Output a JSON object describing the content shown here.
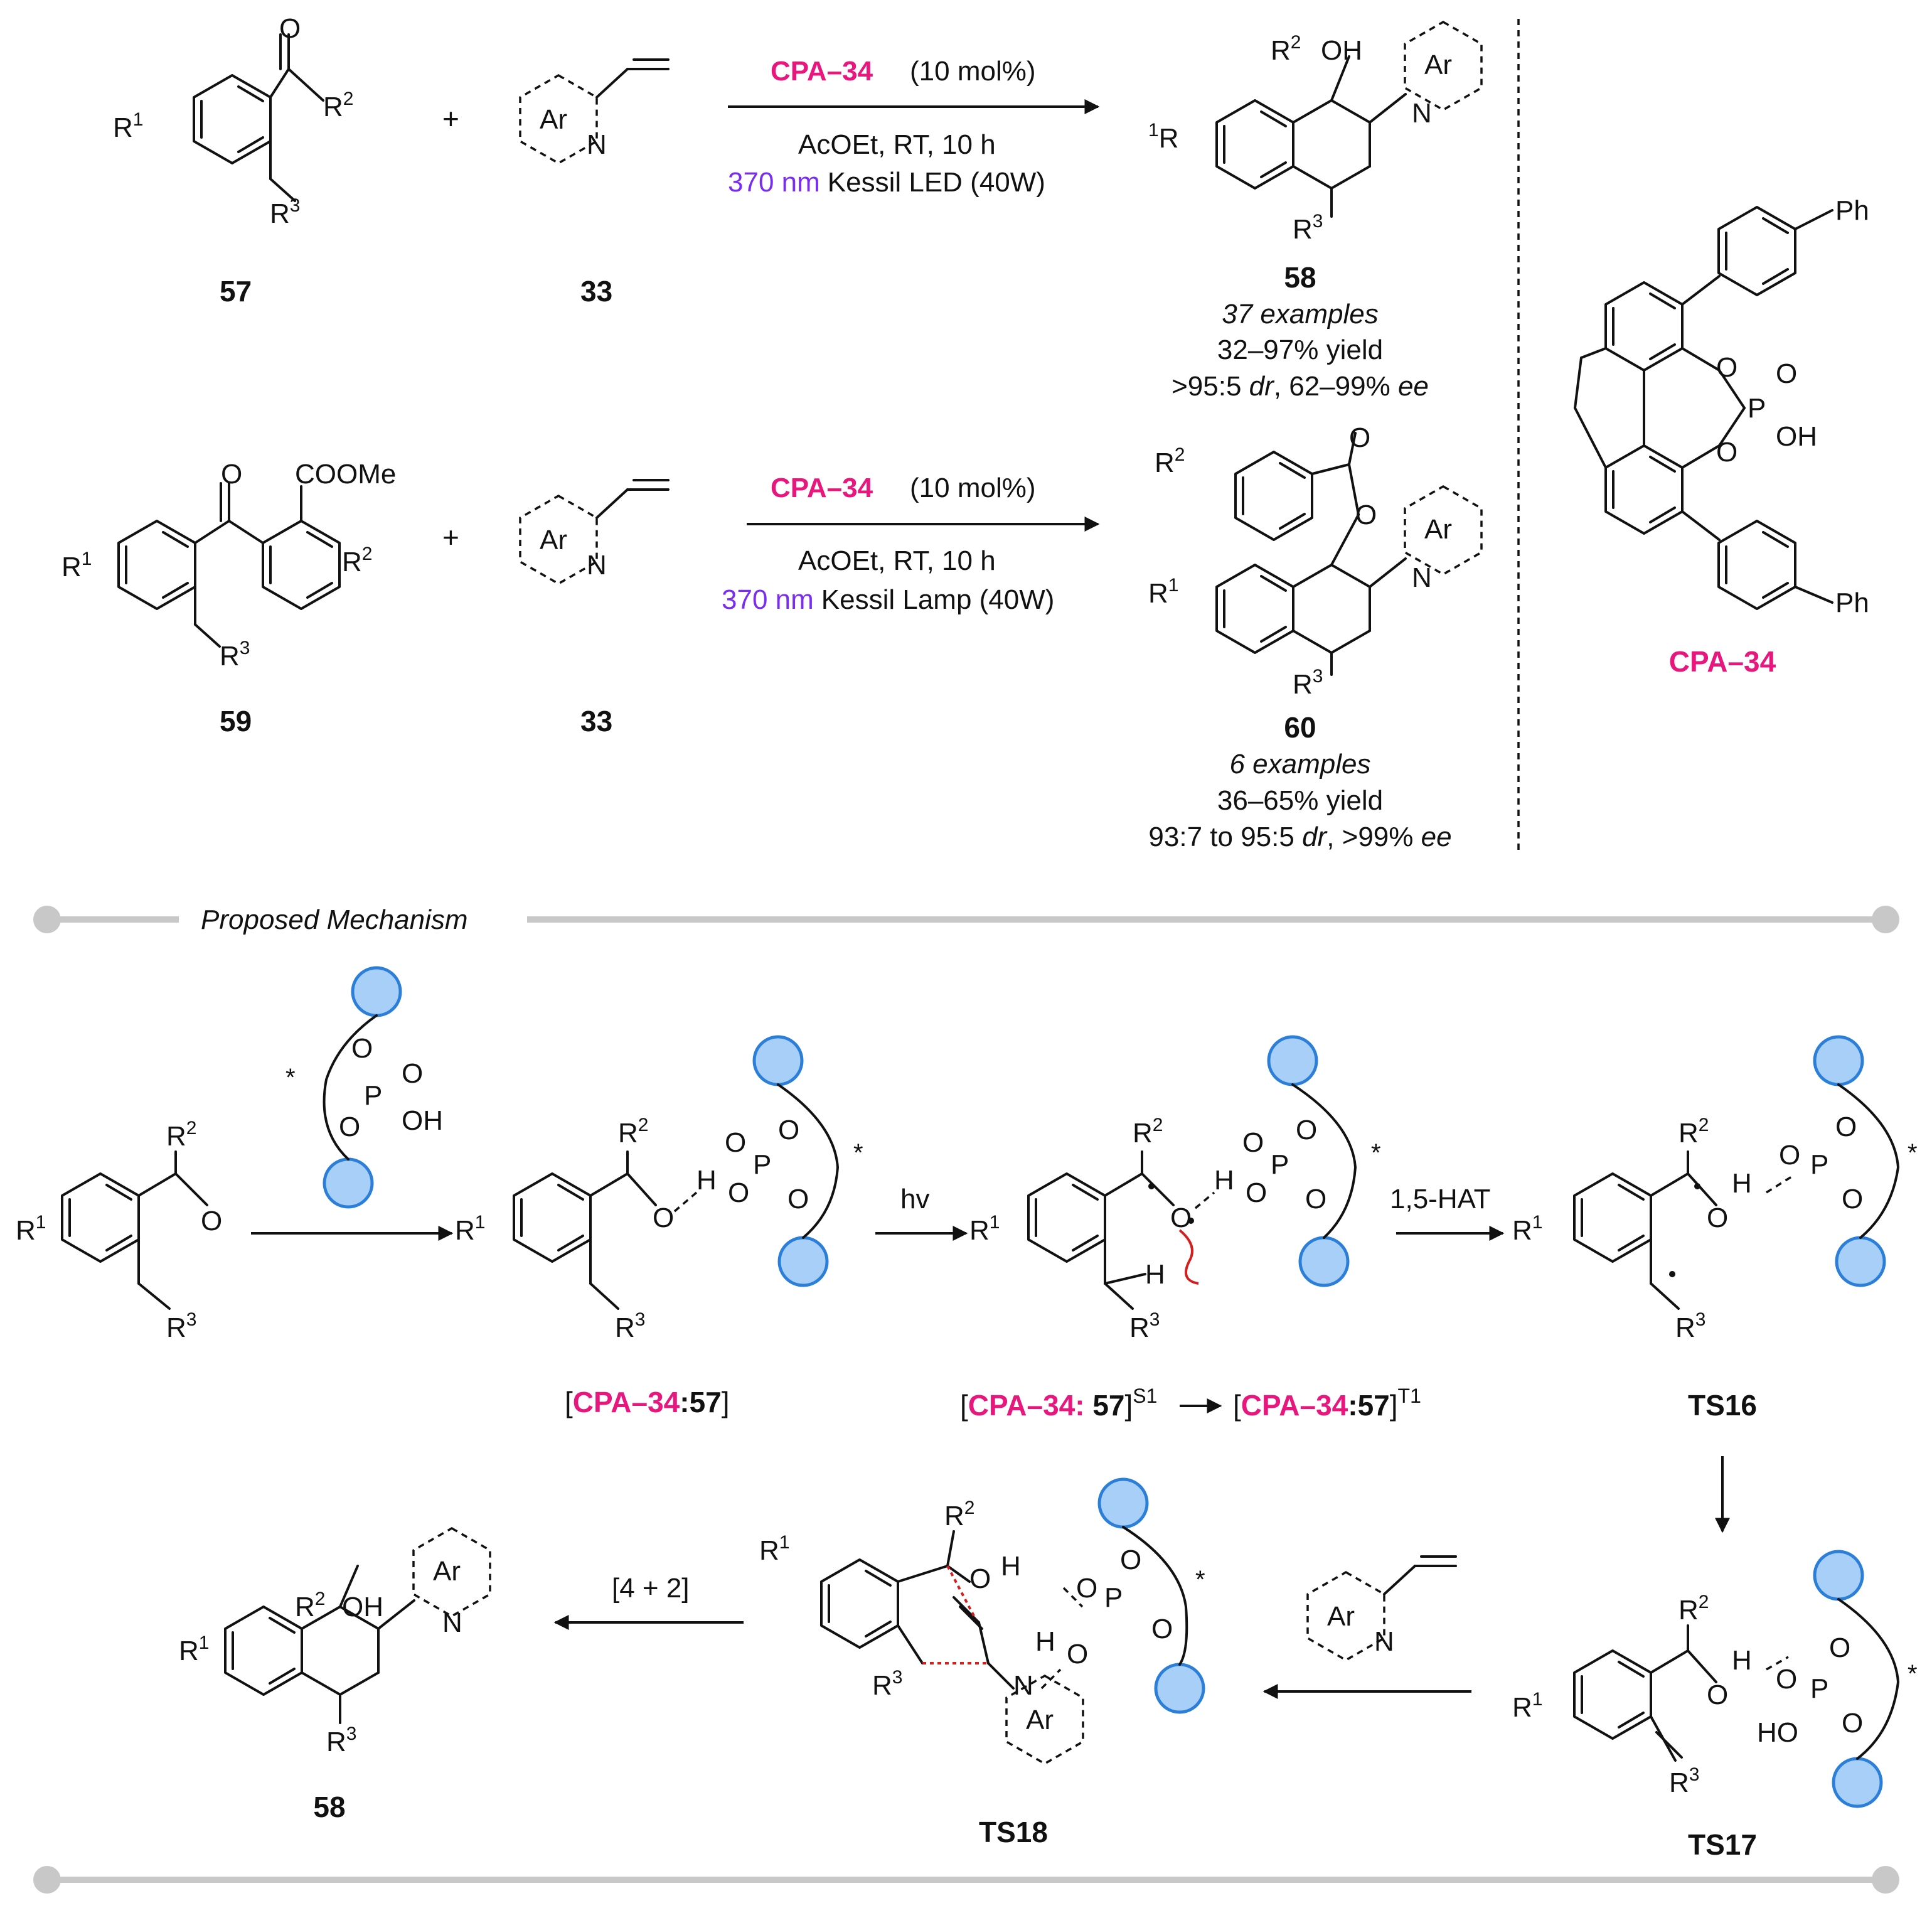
{
  "top": {
    "r1": {
      "cmpd_a": "57",
      "cmpd_b": "33",
      "product": "58",
      "catalyst": "CPA–34",
      "loading": "(10 mol%)",
      "conditions": "AcOEt, RT,  10 h",
      "light_nm": "370 nm",
      "light_src": "Kessil LED (40W)",
      "examples": "37 examples",
      "yield": "32–97% yield",
      "sel_pre": ">95:5 ",
      "sel_dr": "dr",
      "sel_mid": ", 62–99% ",
      "sel_ee": "ee"
    },
    "r2": {
      "cmpd_a": "59",
      "cmpd_b": "33",
      "product": "60",
      "catalyst": "CPA–34",
      "loading": "(10 mol%)",
      "conditions": "AcOEt, RT,  10 h",
      "light_nm": "370 nm",
      "light_src": "Kessil Lamp (40W)",
      "examples": "6 examples",
      "yield": "36–65% yield",
      "sel_pre": "93:7 to 95:5 ",
      "sel_dr": "dr",
      "sel_mid": ", >99% ",
      "sel_ee": "ee"
    },
    "catalyst_label": "CPA–34"
  },
  "mechanism": {
    "title": "Proposed Mechanism",
    "step_hv": "hv",
    "step_hat": "1,5-HAT",
    "step_42": "[4 + 2]",
    "complex_label": {
      "lb": "[",
      "cat": "CPA–34",
      "sep": ":",
      "num": "57",
      "rb": "]"
    },
    "s1_label": {
      "lb": "[",
      "cat": "CPA–34:",
      "num": " 57",
      "rb": "]",
      "sup": "S1"
    },
    "t1_label": {
      "lb": "[",
      "cat": "CPA–34",
      "num": ":57",
      "rb": "]",
      "sup": "T1"
    },
    "ts16": "TS16",
    "ts17": "TS17",
    "ts18": "TS18",
    "product": "58"
  },
  "atoms": {
    "O": "O",
    "OH": "OH",
    "HO": "HO",
    "N": "N",
    "H": "H",
    "P": "P",
    "Ar": "Ar",
    "Ph": "Ph",
    "COOMe": "COOMe",
    "star": "*",
    "R": "R",
    "one": "1",
    "two": "2",
    "three": "3"
  }
}
